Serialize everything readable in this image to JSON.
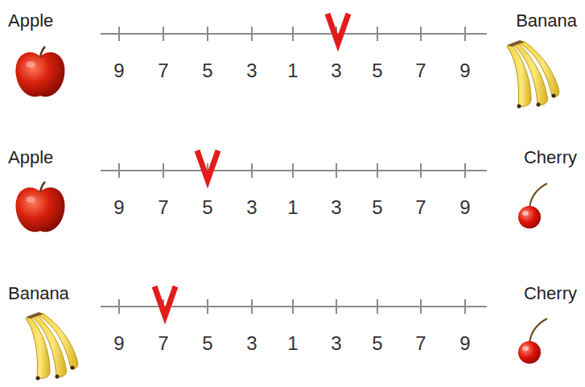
{
  "diagram": {
    "labels": [
      "Apple",
      "9",
      "7",
      "5",
      "3",
      "1",
      "3",
      "5",
      "7",
      "9",
      "Banana",
      "Apple",
      "9",
      "7",
      "5",
      "3",
      "1",
      "3",
      "5",
      "7",
      "9",
      "Cherry",
      "Banana",
      "9",
      "7",
      "5",
      "3",
      "1",
      "3",
      "5",
      "7",
      "9",
      "Cherry"
    ]
  }
}
